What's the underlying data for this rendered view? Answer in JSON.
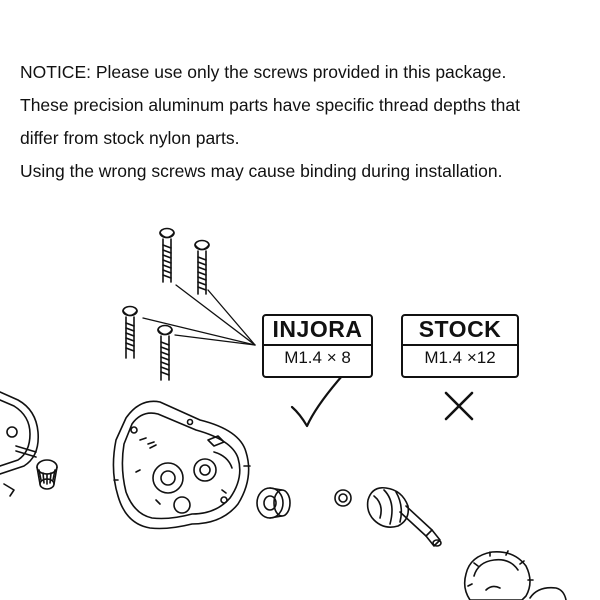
{
  "notice": {
    "lines": [
      "NOTICE: Please use only the screws provided in this package.",
      "These precision aluminum parts have specific thread depths that",
      "differ from stock nylon parts.",
      "Using the wrong screws may cause binding during installation."
    ]
  },
  "labels": {
    "injora": {
      "brand": "INJORA",
      "size": "M1.4 × 8",
      "verdict": "correct"
    },
    "stock": {
      "brand": "STOCK",
      "size": "M1.4 ×12",
      "verdict": "wrong"
    }
  },
  "icons": [
    "check-icon",
    "cross-icon"
  ]
}
